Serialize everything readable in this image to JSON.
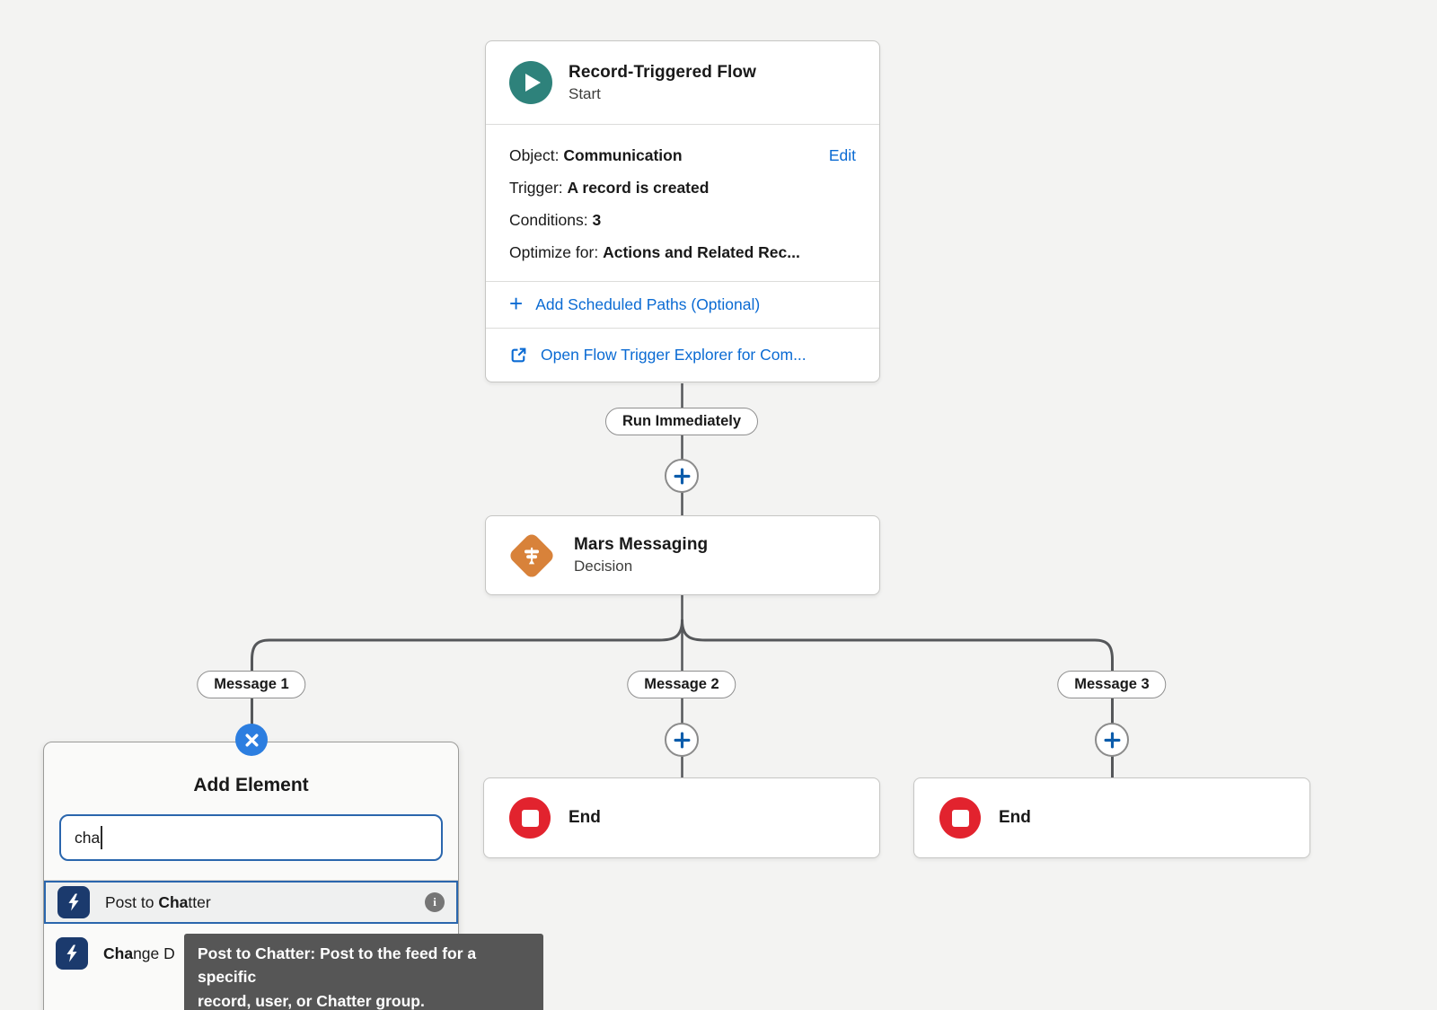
{
  "start_node": {
    "title": "Record-Triggered Flow",
    "subtitle": "Start",
    "fields": [
      {
        "label": "Object:",
        "value": "Communication"
      },
      {
        "label": "Trigger:",
        "value": "A record is created"
      },
      {
        "label": "Conditions:",
        "value": "3"
      },
      {
        "label": "Optimize for:",
        "value": "Actions and Related Rec..."
      }
    ],
    "edit_label": "Edit",
    "add_scheduled_paths_label": "Add Scheduled Paths (Optional)",
    "open_explorer_label": "Open Flow Trigger Explorer for Com..."
  },
  "decision_node": {
    "title": "Mars Messaging",
    "subtitle": "Decision"
  },
  "connectors": {
    "run_immediately_label": "Run Immediately",
    "branch_labels": [
      "Message 1",
      "Message 2",
      "Message 3"
    ]
  },
  "end_nodes": {
    "end2_label": "End",
    "end3_label": "End"
  },
  "add_element_popup": {
    "title": "Add Element",
    "search_value": "cha",
    "items": [
      {
        "pre": "Post to ",
        "bold": "Cha",
        "post": "tter",
        "has_info": true
      },
      {
        "pre": "",
        "bold": "Cha",
        "post": "nge D",
        "has_info": false
      }
    ],
    "info_glyph": "i"
  },
  "tooltip": {
    "lines": [
      "Post to Chatter: Post to the feed for a specific",
      "record, user, or Chatter group."
    ]
  },
  "icons": {
    "start": "play-circle",
    "decision": "signpost-diamond",
    "end": "stop-circle",
    "add": "plus-circle",
    "close": "x-circle",
    "action": "lightning-bolt",
    "info": "info-circle",
    "open_explorer": "external-link",
    "scheduled_paths": "plus"
  },
  "colors": {
    "canvas_bg": "#f3f3f2",
    "link_blue": "#0b6bd3",
    "plus_blue": "#0b5cab",
    "teal": "#2e827b",
    "orange": "#d8823a",
    "navy": "#1b3a6d",
    "red": "#e2232e",
    "close_blue": "#2c7ee0",
    "focus_blue": "#2a66ad",
    "connector": "#55575a",
    "tooltip_bg": "#565656"
  }
}
